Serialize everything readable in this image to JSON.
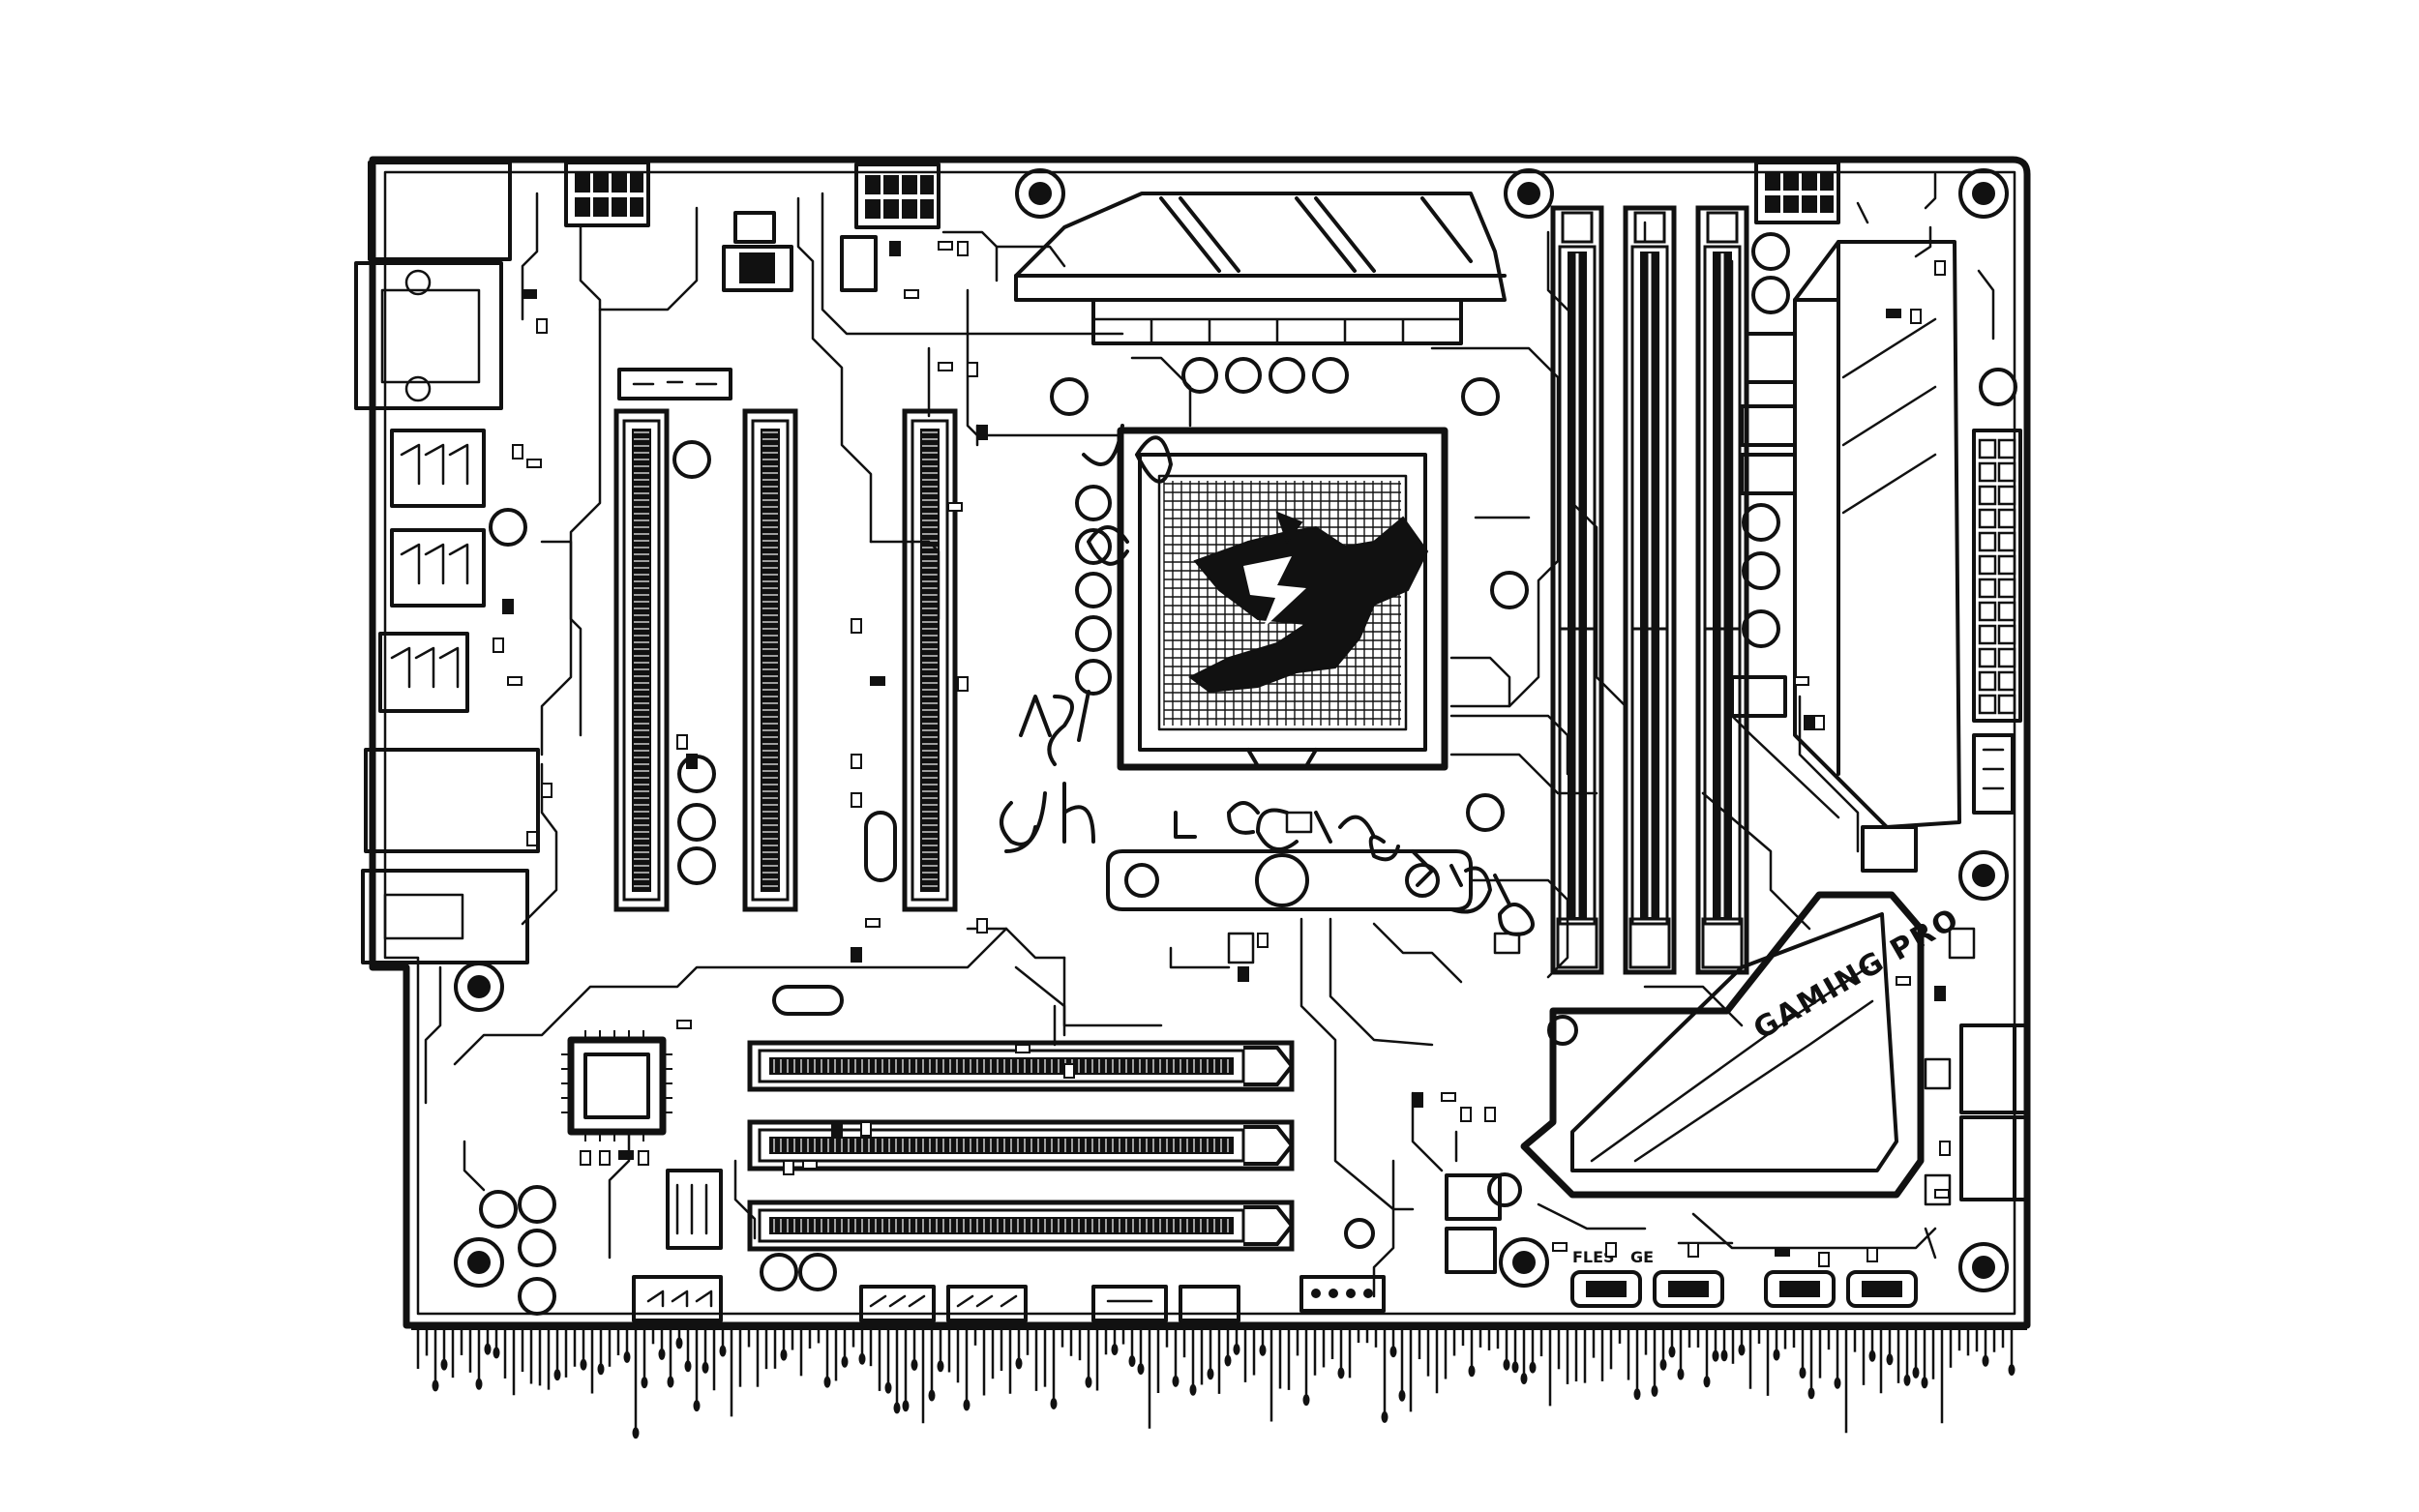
{
  "artwork": {
    "subject": "motherboard line drawing",
    "heatsink_label": "GAMING PRO",
    "rear_header_labels": [
      "FLES",
      "GE"
    ]
  },
  "colors": {
    "ink": "#111111",
    "background": "#ffffff"
  },
  "icons": {
    "brand_logo": "lightning-logo-icon"
  }
}
